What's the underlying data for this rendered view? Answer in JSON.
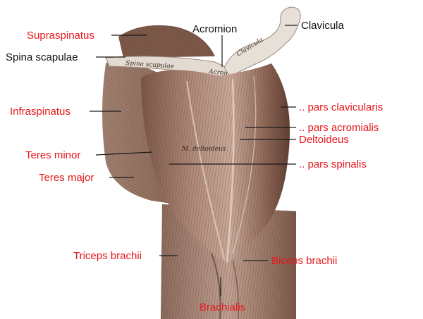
{
  "engraved": {
    "spina_scapulae": "Spina scapulae",
    "acromion": "Acromion",
    "clavicula": "Clavicula",
    "deltoideus": "M. deltoideus"
  },
  "labels": {
    "supraspinatus": "Supraspinatus",
    "spina_scapulae": "Spina scapulae",
    "acromion": "Acromion",
    "clavicula": "Clavicula",
    "infraspinatus": "Infraspinatus",
    "pars_clavicularis": ".. pars clavicularis",
    "pars_acromialis": ".. pars acromialis",
    "deltoideus": "Deltoideus",
    "teres_minor": "Teres minor",
    "teres_major": "Teres major",
    "pars_spinalis": ".. pars spinalis",
    "triceps_brachii": "Triceps brachii",
    "biceps_brachii": "Biceps brachii",
    "brachialis": "Brachialis"
  },
  "colors": {
    "label_red": "#e8161b",
    "label_black": "#111111",
    "muscle_dark": "#6b4a3d",
    "muscle_mid": "#9a7464",
    "muscle_light": "#c8a898",
    "bone": "#e3dbd2"
  }
}
